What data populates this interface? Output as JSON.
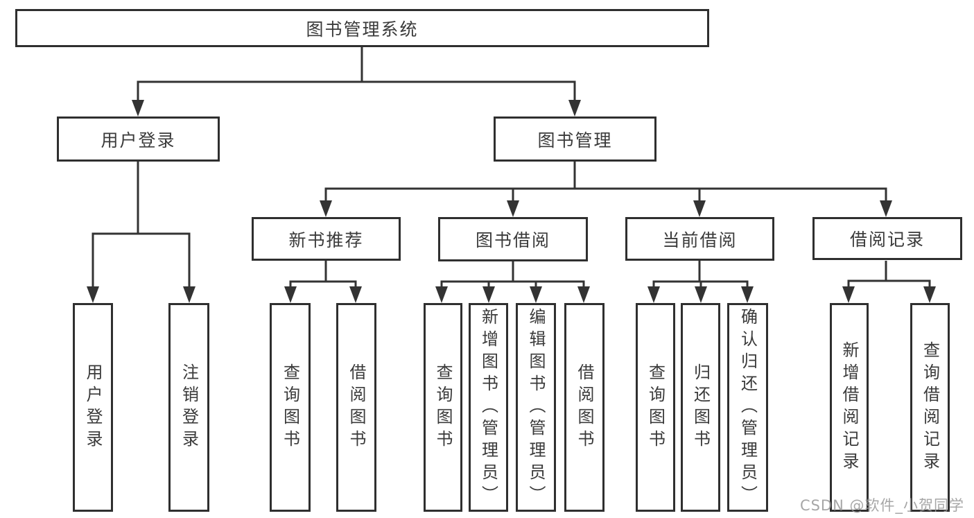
{
  "diagram": {
    "title_note": "functional structure chart",
    "root": {
      "label": "图书管理系统"
    },
    "level2": [
      {
        "label": "用户登录"
      },
      {
        "label": "图书管理"
      }
    ],
    "level3": [
      {
        "label": "新书推荐"
      },
      {
        "label": "图书借阅"
      },
      {
        "label": "当前借阅"
      },
      {
        "label": "借阅记录"
      }
    ],
    "leaves": {
      "user_login": [
        {
          "label": "用户登录"
        },
        {
          "label": "注销登录"
        }
      ],
      "new_book": [
        {
          "label": "查询图书"
        },
        {
          "label": "借阅图书"
        }
      ],
      "book_borrow": [
        {
          "label": "查询图书"
        },
        {
          "label": "新增图书（管理员）"
        },
        {
          "label": "编辑图书（管理员）"
        },
        {
          "label": "借阅图书"
        }
      ],
      "current_borrow": [
        {
          "label": "查询图书"
        },
        {
          "label": "归还图书"
        },
        {
          "label": "确认归还（管理员）"
        }
      ],
      "borrow_records": [
        {
          "label": "新增借阅记录"
        },
        {
          "label": "查询借阅记录"
        }
      ]
    },
    "colors": {
      "ink": "#333333",
      "border": "#2f2f2f",
      "watermark": "#969696"
    },
    "watermark": "CSDN @软件_小贺同学"
  }
}
